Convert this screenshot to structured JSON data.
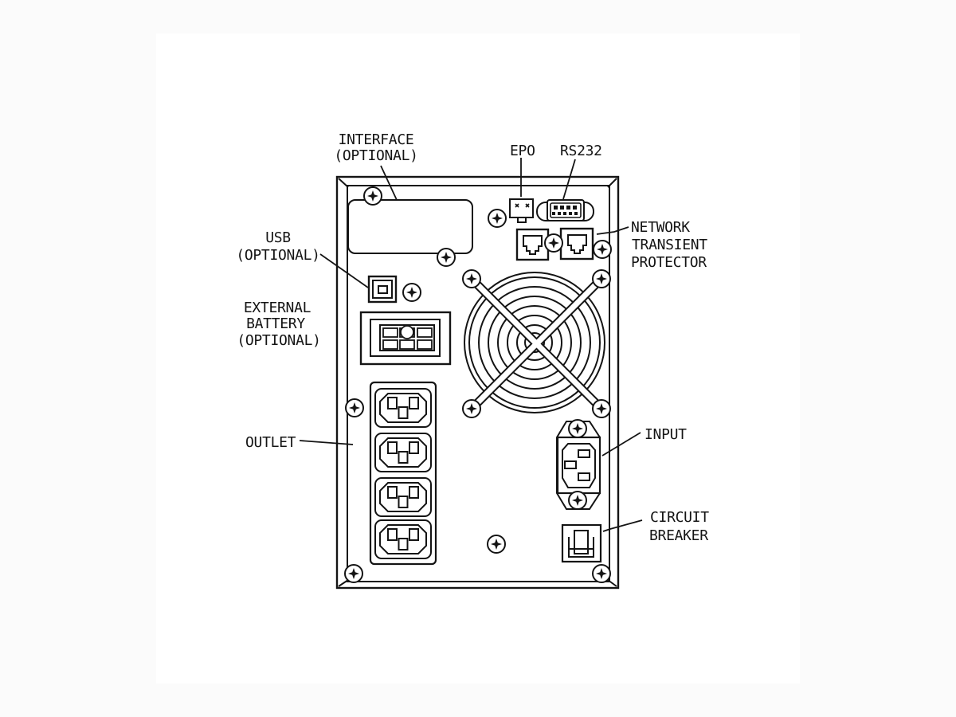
{
  "page": {
    "background": "#fbfbfb",
    "canvas_background": "#ffffff",
    "line_color": "#141414"
  },
  "diagram": {
    "type": "ups-rear-panel-line-drawing",
    "labels": {
      "interface": {
        "lines": [
          "INTERFACE",
          "(OPTIONAL)"
        ]
      },
      "epo": {
        "lines": [
          "EPO"
        ]
      },
      "rs232": {
        "lines": [
          "RS232"
        ]
      },
      "usb": {
        "lines": [
          "USB",
          "(OPTIONAL)"
        ]
      },
      "network_transient_protector": {
        "lines": [
          "NETWORK",
          "TRANSIENT",
          "PROTECTOR"
        ]
      },
      "external_battery": {
        "lines": [
          "EXTERNAL",
          "BATTERY",
          "(OPTIONAL)"
        ]
      },
      "outlet": {
        "lines": [
          "OUTLET"
        ]
      },
      "input": {
        "lines": [
          "INPUT"
        ]
      },
      "circuit_breaker": {
        "lines": [
          "CIRCUIT",
          "BREAKER"
        ]
      }
    }
  }
}
